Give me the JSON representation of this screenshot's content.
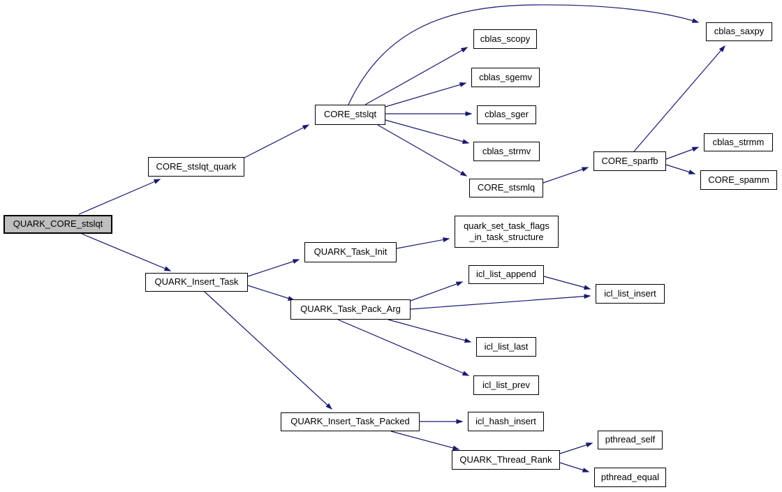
{
  "diagram": {
    "type": "call-graph",
    "root_function": "QUARK_CORE_stslqt",
    "colors": {
      "edge": "#191970",
      "node_border": "#000000",
      "node_fill": "#ffffff",
      "root_fill": "#bfbfbf",
      "background": "#ffffff"
    },
    "nodes": [
      {
        "id": "quark-core-stslqt",
        "label": "QUARK_CORE_stslqt"
      },
      {
        "id": "core-stslqt-quark",
        "label": "CORE_stslqt_quark"
      },
      {
        "id": "core-stslqt",
        "label": "CORE_stslqt"
      },
      {
        "id": "cblas-scopy",
        "label": "cblas_scopy"
      },
      {
        "id": "cblas-sgemv",
        "label": "cblas_sgemv"
      },
      {
        "id": "cblas-sger",
        "label": "cblas_sger"
      },
      {
        "id": "cblas-strmv",
        "label": "cblas_strmv"
      },
      {
        "id": "core-stsmlq",
        "label": "CORE_stsmlq"
      },
      {
        "id": "core-sparfb",
        "label": "CORE_sparfb"
      },
      {
        "id": "cblas-saxpy",
        "label": "cblas_saxpy"
      },
      {
        "id": "cblas-strmm",
        "label": "cblas_strmm"
      },
      {
        "id": "core-spamm",
        "label": "CORE_spamm"
      },
      {
        "id": "quark-insert-task",
        "label": "QUARK_Insert_Task"
      },
      {
        "id": "quark-task-init",
        "label": "QUARK_Task_Init"
      },
      {
        "id": "quark-set-task-flags-in-task-structure",
        "label": "quark_set_task_flags\n_in_task_structure"
      },
      {
        "id": "quark-task-pack-arg",
        "label": "QUARK_Task_Pack_Arg"
      },
      {
        "id": "icl-list-append",
        "label": "icl_list_append"
      },
      {
        "id": "icl-list-insert",
        "label": "icl_list_insert"
      },
      {
        "id": "icl-list-last",
        "label": "icl_list_last"
      },
      {
        "id": "icl-list-prev",
        "label": "icl_list_prev"
      },
      {
        "id": "quark-insert-task-packed",
        "label": "QUARK_Insert_Task_Packed"
      },
      {
        "id": "icl-hash-insert",
        "label": "icl_hash_insert"
      },
      {
        "id": "quark-thread-rank",
        "label": "QUARK_Thread_Rank"
      },
      {
        "id": "pthread-self",
        "label": "pthread_self"
      },
      {
        "id": "pthread-equal",
        "label": "pthread_equal"
      }
    ],
    "edges": [
      {
        "from": "QUARK_CORE_stslqt",
        "to": "CORE_stslqt_quark"
      },
      {
        "from": "QUARK_CORE_stslqt",
        "to": "QUARK_Insert_Task"
      },
      {
        "from": "CORE_stslqt_quark",
        "to": "CORE_stslqt"
      },
      {
        "from": "CORE_stslqt",
        "to": "cblas_saxpy"
      },
      {
        "from": "CORE_stslqt",
        "to": "cblas_scopy"
      },
      {
        "from": "CORE_stslqt",
        "to": "cblas_sgemv"
      },
      {
        "from": "CORE_stslqt",
        "to": "cblas_sger"
      },
      {
        "from": "CORE_stslqt",
        "to": "cblas_strmv"
      },
      {
        "from": "CORE_stslqt",
        "to": "CORE_stsmlq"
      },
      {
        "from": "CORE_stsmlq",
        "to": "CORE_sparfb"
      },
      {
        "from": "CORE_sparfb",
        "to": "cblas_saxpy"
      },
      {
        "from": "CORE_sparfb",
        "to": "cblas_strmm"
      },
      {
        "from": "CORE_sparfb",
        "to": "CORE_spamm"
      },
      {
        "from": "QUARK_Insert_Task",
        "to": "QUARK_Task_Init"
      },
      {
        "from": "QUARK_Insert_Task",
        "to": "QUARK_Task_Pack_Arg"
      },
      {
        "from": "QUARK_Insert_Task",
        "to": "QUARK_Insert_Task_Packed"
      },
      {
        "from": "QUARK_Task_Init",
        "to": "quark_set_task_flags_in_task_structure"
      },
      {
        "from": "QUARK_Task_Pack_Arg",
        "to": "icl_list_append"
      },
      {
        "from": "QUARK_Task_Pack_Arg",
        "to": "icl_list_insert"
      },
      {
        "from": "icl_list_append",
        "to": "icl_list_insert"
      },
      {
        "from": "QUARK_Task_Pack_Arg",
        "to": "icl_list_last"
      },
      {
        "from": "QUARK_Task_Pack_Arg",
        "to": "icl_list_prev"
      },
      {
        "from": "QUARK_Insert_Task_Packed",
        "to": "icl_hash_insert"
      },
      {
        "from": "QUARK_Insert_Task_Packed",
        "to": "QUARK_Thread_Rank"
      },
      {
        "from": "QUARK_Thread_Rank",
        "to": "pthread_self"
      },
      {
        "from": "QUARK_Thread_Rank",
        "to": "pthread_equal"
      }
    ]
  }
}
